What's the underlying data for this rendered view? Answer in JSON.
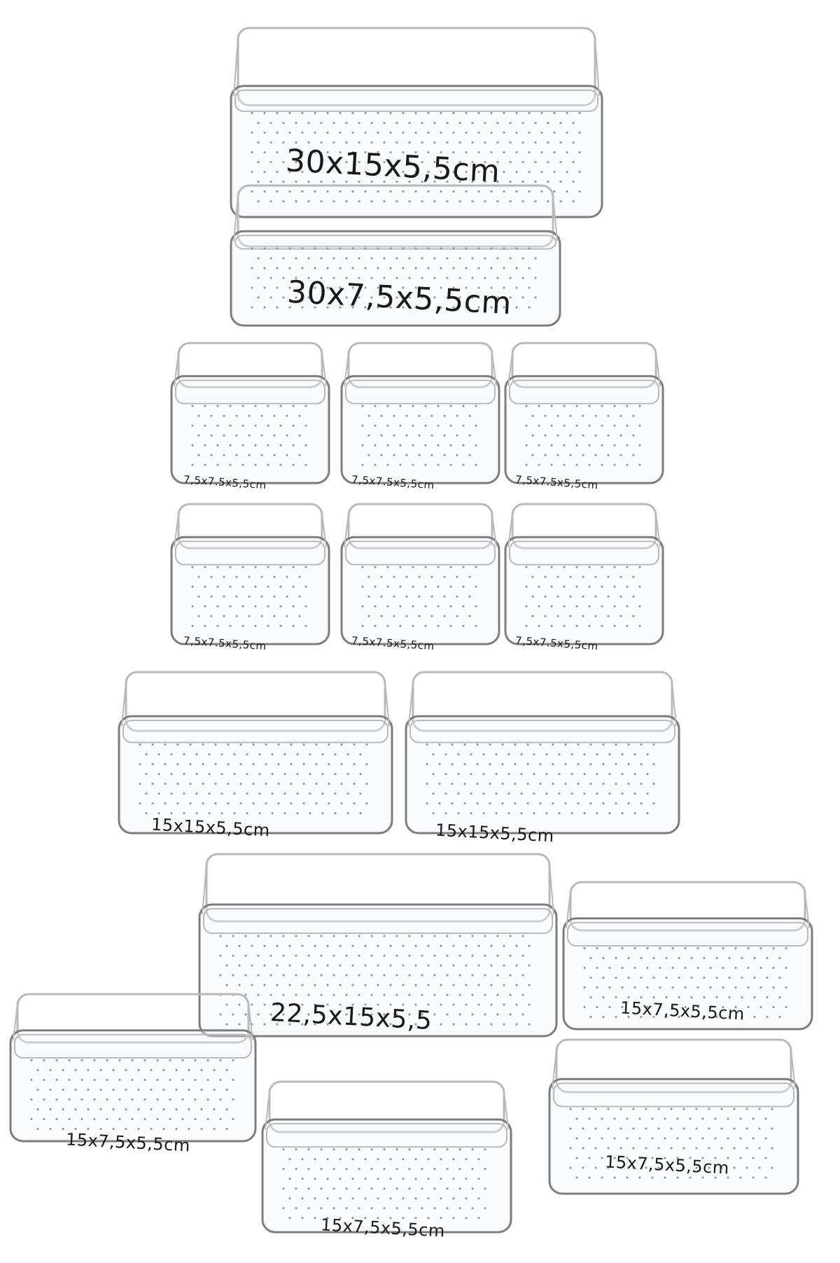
{
  "colors": {
    "background": "#ffffff",
    "tray_stroke": "#7d7d7d",
    "tray_rim": "#b9b9b9",
    "dots": "#9a9a9a"
  },
  "trays": [
    {
      "id": "tray-30x15",
      "label": "30x15x5,5cm"
    },
    {
      "id": "tray-30x7-5",
      "label": "30x7,5x5,5cm"
    },
    {
      "id": "tray-sq-1",
      "label": "7,5x7.5x5,5cm"
    },
    {
      "id": "tray-sq-2",
      "label": "7,5x7.5x5,5cm"
    },
    {
      "id": "tray-sq-3",
      "label": "7,5x7.5x5,5cm"
    },
    {
      "id": "tray-sq-4",
      "label": "7,5x7.5x5,5cm"
    },
    {
      "id": "tray-sq-5",
      "label": "7,5x7.5x5,5cm"
    },
    {
      "id": "tray-sq-6",
      "label": "7,5x7.5x5,5cm"
    },
    {
      "id": "tray-15x15-1",
      "label": "15x15x5,5cm"
    },
    {
      "id": "tray-15x15-2",
      "label": "15x15x5,5cm"
    },
    {
      "id": "tray-22-5x15",
      "label": "22,5x15x5,5"
    },
    {
      "id": "tray-15x7-5-1",
      "label": "15x7,5x5,5cm"
    },
    {
      "id": "tray-15x7-5-2",
      "label": "15x7,5x5,5cm"
    },
    {
      "id": "tray-15x7-5-3",
      "label": "15x7,5x5,5cm"
    },
    {
      "id": "tray-15x7-5-4",
      "label": "15x7,5x5,5cm"
    }
  ]
}
